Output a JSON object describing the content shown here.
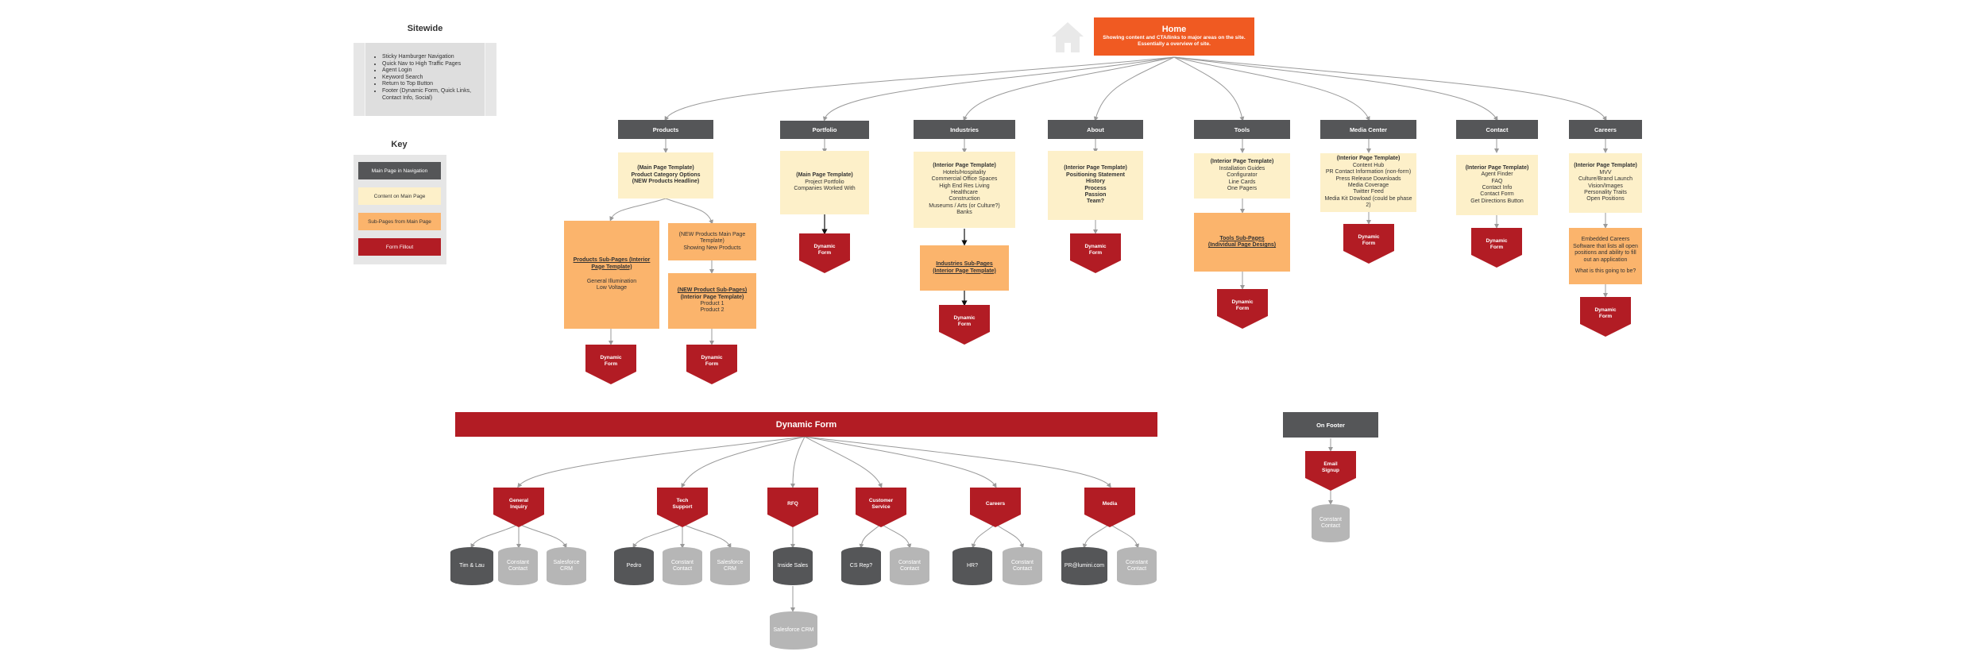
{
  "colors": {
    "nav": "#555658",
    "content": "#fdf0c9",
    "subpage": "#fbb46c",
    "form": "#b21c24",
    "home": "#f05a22",
    "db_dark": "#555658",
    "db_light": "#b6b6b6"
  },
  "sitewide": {
    "title": "Sitewide",
    "items": [
      "Sticky Hamburger Navigation",
      "Quick Nav to High Traffic Pages",
      "Agent Login",
      "Keyword Search",
      "Return to Top Button",
      "Footer (Dynamic Form, Quick Links, Contact Info, Social)"
    ]
  },
  "key": {
    "title": "Key",
    "items": [
      "Main Page in Navigation",
      "Content on Main Page",
      "Sub-Pages from Main Page",
      "Form Fillout"
    ]
  },
  "home": {
    "icon": "home-icon",
    "title": "Home",
    "desc": "Showing content and CTA/links to major areas on the site. Essentially a overview of site."
  },
  "dynamic_form_label": "Dynamic\nForm",
  "sections": {
    "products": {
      "label": "Products",
      "content": [
        "(Main Page Template)",
        "Product Category Options",
        "(NEW Products Headline)"
      ],
      "sub1": [
        "Products Sub-Pages (Interior Page Template)"
      ],
      "sub1_extra": [
        "General Illumination",
        "Low Voltage"
      ],
      "sub2": [
        "(NEW Products Main Page Template)",
        "Showing New Products"
      ],
      "sub3": [
        "(NEW Product Sub-Pages)",
        "(Interior Page Template)",
        "Product 1",
        "Product 2"
      ]
    },
    "portfolio": {
      "label": "Portfolio",
      "content": [
        "(Main Page Template)",
        "Project Portfolio",
        "Companies Worked With"
      ]
    },
    "industries": {
      "label": "Industries",
      "content": [
        "(Interior Page Template)",
        "Hotels/Hospitality",
        "Commercial Office Spaces",
        "High End Res Living",
        "Healthcare",
        "Construction",
        "Museums / Arts (or Culture?)",
        "Banks"
      ],
      "sub": [
        "Industries Sub-Pages",
        "(Interior Page Template)"
      ]
    },
    "about": {
      "label": "About",
      "content": [
        "(Interior Page Template)",
        "Positioning Statement",
        "History",
        "Process",
        "Passion",
        "Team?"
      ]
    },
    "tools": {
      "label": "Tools",
      "content": [
        "(Interior Page Template)",
        "Installation Guides",
        "Configurator",
        "Line Cards",
        "One Pagers"
      ],
      "sub": [
        "Tools Sub-Pages",
        "(Individual Page Designs)"
      ]
    },
    "media": {
      "label": "Media Center",
      "content": [
        "(Interior Page Template)",
        "Content Hub",
        "PR Contact Information (non-form)",
        "Press Release Downloads",
        "Media Coverage",
        "Twitter Feed",
        "Media Kit Dowload (could be phase 2)"
      ]
    },
    "contact": {
      "label": "Contact",
      "content": [
        "(Interior Page Template)",
        "Agent Finder",
        "FAQ",
        "Contact Info",
        "Contact Form",
        "Get Directions Button"
      ]
    },
    "careers": {
      "label": "Careers",
      "content": [
        "(Interior Page Template)",
        "MVV",
        "Culture/Brand Launch",
        "Vision/Images",
        "Personality Traits",
        "Open Positions"
      ],
      "sub": [
        "Embedded Careers Software that lists all open positions and ability to fill out an application",
        "What is this going to be?"
      ]
    }
  },
  "dynamic_form_bar": "Dynamic Form",
  "form_types": [
    {
      "label": "General\nInquiry",
      "targets": [
        "Tim & Lau",
        "Constant\nContact",
        "Salesforce\nCRM"
      ]
    },
    {
      "label": "Tech\nSupport",
      "targets": [
        "Pedro",
        "Constant\nContact",
        "Salesforce\nCRM"
      ]
    },
    {
      "label": "RFQ",
      "targets": [
        "Inside Sales"
      ],
      "sub_target": "Salesforce CRM"
    },
    {
      "label": "Customer\nService",
      "targets": [
        "CS Rep?",
        "Constant\nContact"
      ]
    },
    {
      "label": "Careers",
      "targets": [
        "HR?",
        "Constant\nContact"
      ]
    },
    {
      "label": "Media",
      "targets": [
        "PR@lumini.com",
        "Constant\nContact"
      ]
    }
  ],
  "footer": {
    "label": "On Footer",
    "form": "Email\nSignup",
    "target": "Constant\nContact"
  }
}
